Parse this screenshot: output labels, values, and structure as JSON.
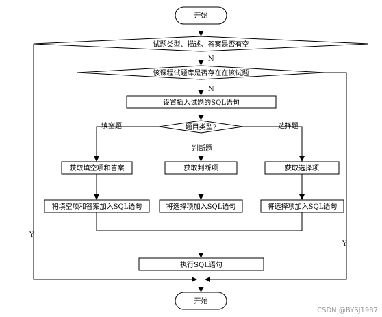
{
  "nodes": {
    "start": "开始",
    "check_empty": "试题类型、描述、答案是否有空",
    "check_exists": "该课程试题库是否存在在该试题",
    "set_sql": "设置插入试题的SQL语句",
    "type_decision": "题目类型?",
    "get_fill": "获取填空项和答案",
    "get_judge": "获取判断项",
    "get_choice": "获取选择项",
    "add_fill": "将填空项和答案加入SQL语句",
    "add_judge": "将选择项加入SQL语句",
    "add_choice": "将选择项加入SQL语句",
    "exec_sql": "执行SQL语句",
    "end": "开始"
  },
  "edge_labels": {
    "n1": "N",
    "n2": "N",
    "fill": "填空题",
    "judge": "判断题",
    "choice": "选择题",
    "y_left": "Y",
    "y_right": "Y"
  },
  "watermark": "CSDN @BYSJ1987"
}
